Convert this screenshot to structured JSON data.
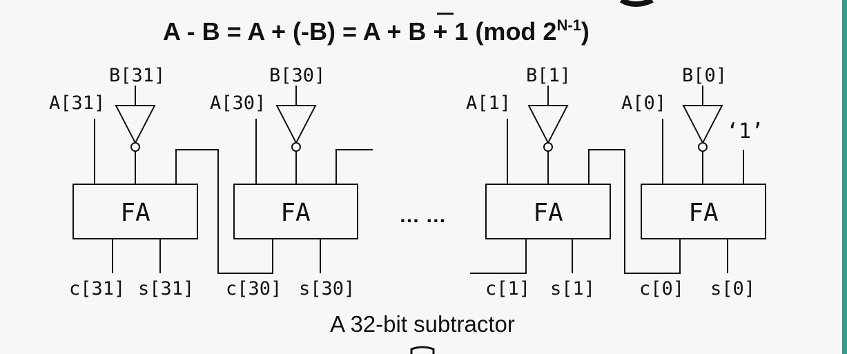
{
  "equation": {
    "lhs": "A - B = A + (-B) = A + ",
    "b": "B",
    "rhs": " + 1  (mod 2",
    "exp": "N-1",
    "close": ")"
  },
  "bits": [
    {
      "a": "A[31]",
      "b": "B[31]",
      "c": "c[31]",
      "s": "s[31]"
    },
    {
      "a": "A[30]",
      "b": "B[30]",
      "c": "c[30]",
      "s": "s[30]"
    },
    {
      "a": "A[1]",
      "b": "B[1]",
      "c": "c[1]",
      "s": "s[1]"
    },
    {
      "a": "A[0]",
      "b": "B[0]",
      "c": "c[0]",
      "s": "s[0]"
    }
  ],
  "fa_label": "FA",
  "carry_in": "‘1’",
  "ellipsis": "… …",
  "caption": "A 32-bit subtractor"
}
